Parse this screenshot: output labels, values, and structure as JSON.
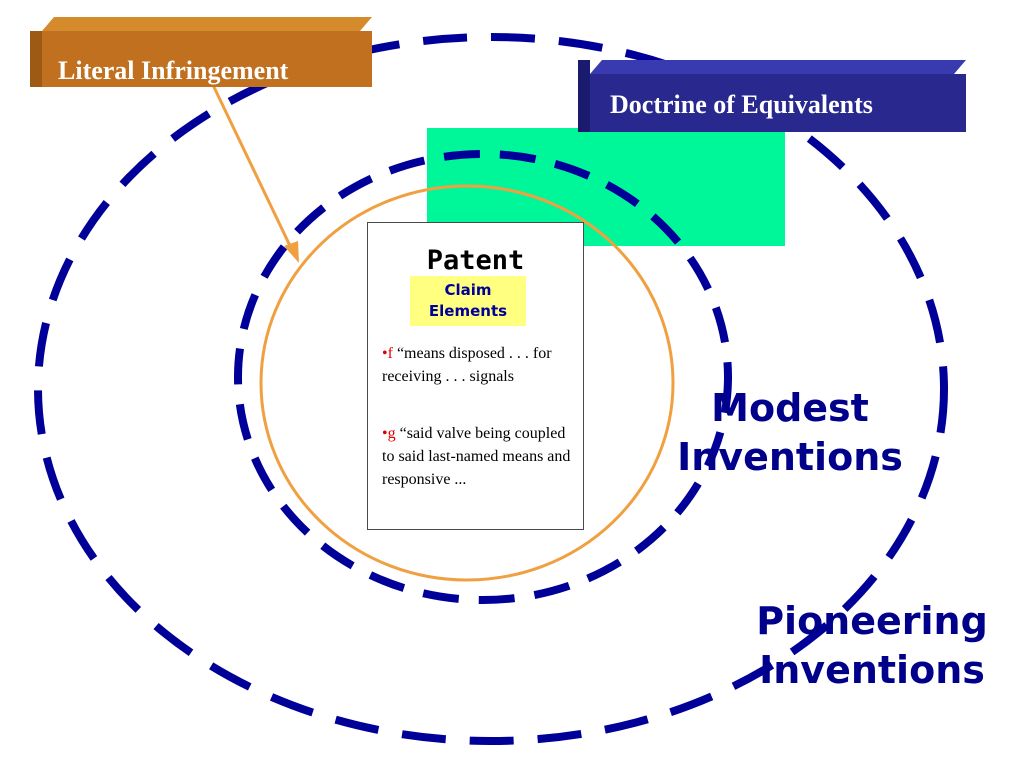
{
  "labels": {
    "literal_infringement": "Literal Infringement",
    "doctrine_of_equivalents": "Doctrine of Equivalents",
    "modest_line1": "Modest",
    "modest_line2": "Inventions",
    "pioneering_line1": "Pioneering",
    "pioneering_line2": "Inventions"
  },
  "patent": {
    "title": "Patent",
    "claim_label_line1": "Claim",
    "claim_label_line2": "Elements",
    "claims": [
      {
        "marker": "•f",
        "text": "  “means disposed  . . . for receiving . . . signals"
      },
      {
        "marker": "•g",
        "text": " “said valve being coupled  to said last-named means and responsive ..."
      }
    ]
  },
  "colors": {
    "dashed_ellipse": "#000099",
    "literal_circle": "#f0a040",
    "arrow": "#f0a040",
    "green_region": "#00f799",
    "literal_label_bg": "#c0701e",
    "doctrine_label_bg": "#28288f",
    "claim_label_bg": "#ffff80",
    "big_label_text": "#00008b",
    "bullet_marker": "#e00000"
  }
}
